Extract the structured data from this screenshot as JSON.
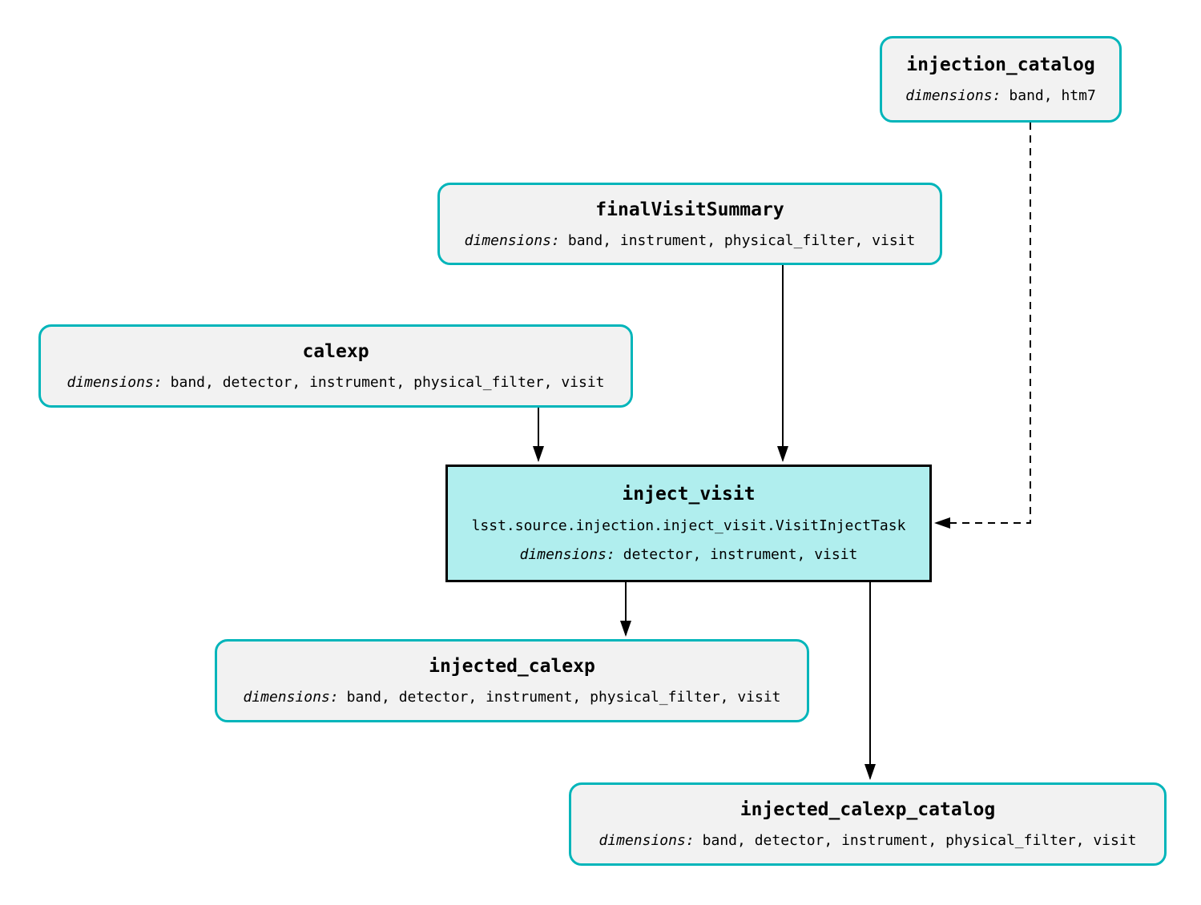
{
  "diagram": {
    "type": "pipeline-task-graph",
    "colors": {
      "dataset_border": "#00b5ba",
      "dataset_fill": "#f2f2f2",
      "task_border": "#000000",
      "task_fill": "#b0eeee",
      "arrow": "#000000",
      "page_bg": "#ffffff"
    },
    "nodes": {
      "injection_catalog": {
        "kind": "dataset",
        "title": "injection_catalog",
        "dims_label": "dimensions:",
        "dims": "band, htm7"
      },
      "finalVisitSummary": {
        "kind": "dataset",
        "title": "finalVisitSummary",
        "dims_label": "dimensions:",
        "dims": "band, instrument, physical_filter, visit"
      },
      "calexp": {
        "kind": "dataset",
        "title": "calexp",
        "dims_label": "dimensions:",
        "dims": "band, detector, instrument, physical_filter, visit"
      },
      "inject_visit": {
        "kind": "task",
        "title": "inject_visit",
        "task_class": "lsst.source.injection.inject_visit.VisitInjectTask",
        "dims_label": "dimensions:",
        "dims": "detector, instrument, visit"
      },
      "injected_calexp": {
        "kind": "dataset",
        "title": "injected_calexp",
        "dims_label": "dimensions:",
        "dims": "band, detector, instrument, physical_filter, visit"
      },
      "injected_calexp_catalog": {
        "kind": "dataset",
        "title": "injected_calexp_catalog",
        "dims_label": "dimensions:",
        "dims": "band, detector, instrument, physical_filter, visit"
      }
    },
    "edges": [
      {
        "from": "calexp",
        "to": "inject_visit",
        "style": "solid"
      },
      {
        "from": "finalVisitSummary",
        "to": "inject_visit",
        "style": "solid"
      },
      {
        "from": "injection_catalog",
        "to": "inject_visit",
        "style": "dashed"
      },
      {
        "from": "inject_visit",
        "to": "injected_calexp",
        "style": "solid"
      },
      {
        "from": "inject_visit",
        "to": "injected_calexp_catalog",
        "style": "solid"
      }
    ]
  }
}
